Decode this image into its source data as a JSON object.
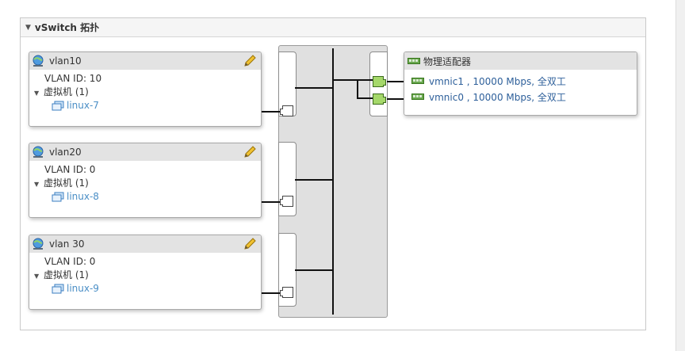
{
  "panel": {
    "title": "vSwitch 拓扑"
  },
  "port_groups": [
    {
      "name": "vlan10",
      "vlan_id_label": "VLAN ID: 10",
      "vm_section_label": "虚拟机 (1)",
      "vms": [
        "linux-7"
      ]
    },
    {
      "name": "vlan20",
      "vlan_id_label": "VLAN ID: 0",
      "vm_section_label": "虚拟机 (1)",
      "vms": [
        "linux-8"
      ]
    },
    {
      "name": "vlan 30",
      "vlan_id_label": "VLAN ID: 0",
      "vm_section_label": "虚拟机 (1)",
      "vms": [
        "linux-9"
      ]
    }
  ],
  "physical_adapters": {
    "title": "物理适配器",
    "nics": [
      "vmnic1 , 10000 Mbps, 全双工",
      "vmnic0 , 10000 Mbps, 全双工"
    ]
  },
  "icons": {
    "collapse": "caret-down-icon",
    "portgroup": "portgroup-globe-icon",
    "edit": "pencil-icon",
    "vm": "vm-icon",
    "nic": "nic-card-icon",
    "port": "switch-port-icon"
  },
  "colors": {
    "vm_link": "#4a8ec6",
    "nic_link": "#2d5f9a",
    "active_port": "#a5d86a",
    "header_bg": "#e3e3e3"
  }
}
